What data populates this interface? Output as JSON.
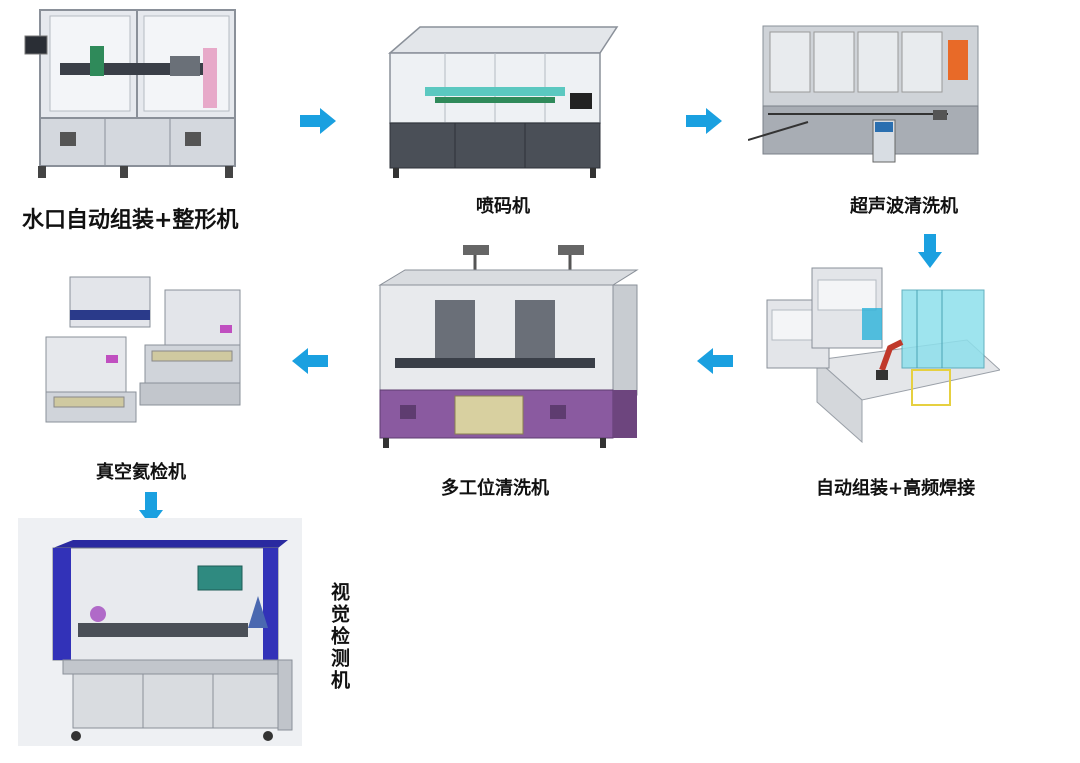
{
  "flow": {
    "accent_color": "#1aa0e0",
    "steps": [
      {
        "label": "水口自动组装+整形机",
        "icon": "assembly-shaping-machine-icon"
      },
      {
        "label": "喷码机",
        "icon": "inkjet-coding-machine-icon"
      },
      {
        "label": "超声波清洗机",
        "icon": "ultrasonic-cleaning-machine-icon"
      },
      {
        "label": "自动组装+高频焊接",
        "icon": "robotic-welding-cell-icon"
      },
      {
        "label": "多工位清洗机",
        "icon": "multi-station-cleaning-machine-icon"
      },
      {
        "label": "真空氦检机",
        "icon": "vacuum-helium-leak-tester-icon"
      },
      {
        "label": "视觉检测机",
        "icon": "vision-inspection-machine-icon"
      }
    ]
  }
}
